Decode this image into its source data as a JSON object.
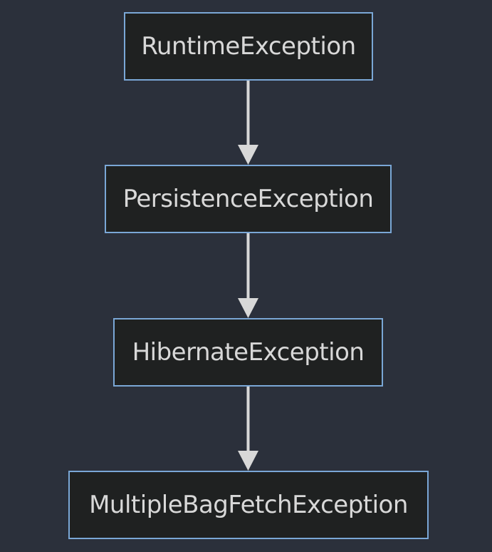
{
  "diagram": {
    "nodes": [
      {
        "id": "n0",
        "label": "RuntimeException"
      },
      {
        "id": "n1",
        "label": "PersistenceException"
      },
      {
        "id": "n2",
        "label": "HibernateException"
      },
      {
        "id": "n3",
        "label": "MultipleBagFetchException"
      }
    ],
    "edges": [
      {
        "from": "n0",
        "to": "n1"
      },
      {
        "from": "n1",
        "to": "n2"
      },
      {
        "from": "n2",
        "to": "n3"
      }
    ],
    "colors": {
      "background": "#2b303b",
      "node_fill": "#1f2121",
      "node_border": "#7aa7d6",
      "text": "#d8d8d8",
      "edge": "#d8d8d8"
    }
  }
}
